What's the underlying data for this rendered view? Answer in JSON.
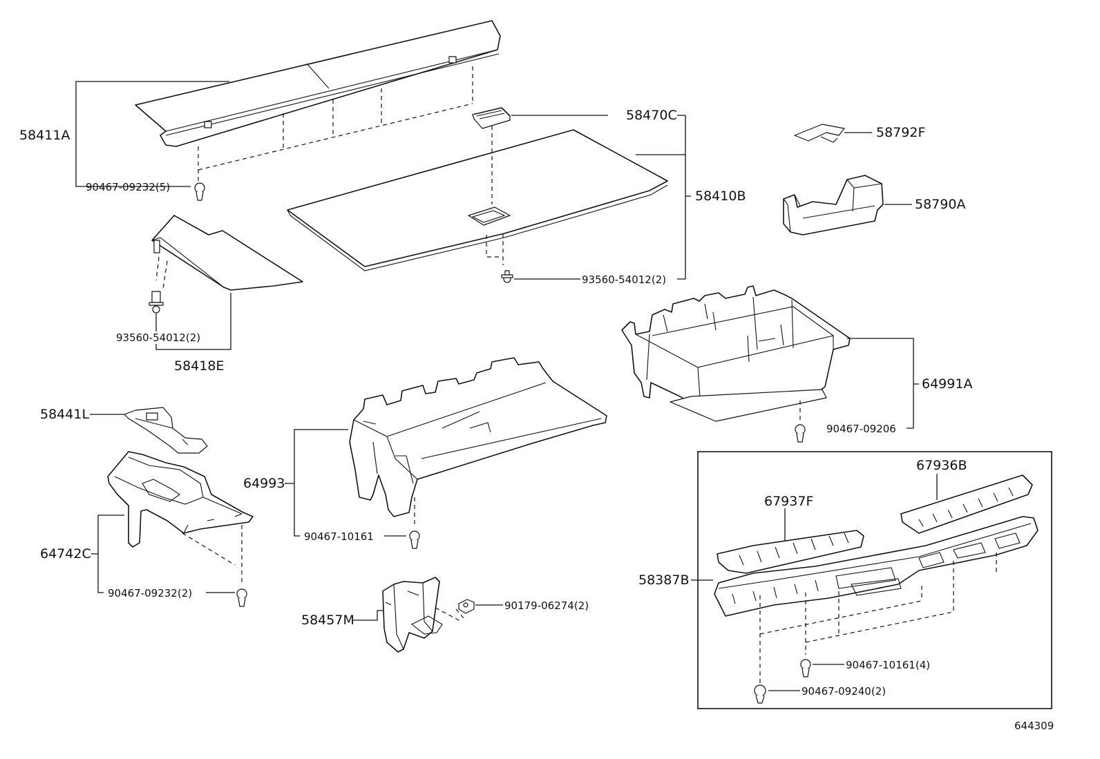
{
  "labels": {
    "p58411A": "58411A",
    "p90467_09232_5": "90467-09232(5)",
    "p58470C": "58470C",
    "p58792F": "58792F",
    "p58410B": "58410B",
    "p58790A": "58790A",
    "p93560_54012_2_top": "93560-54012(2)",
    "p93560_54012_2_left": "93560-54012(2)",
    "p58418E": "58418E",
    "p64991A": "64991A",
    "p90467_09206": "90467-09206",
    "p58441L": "58441L",
    "p64993": "64993",
    "p67936B": "67936B",
    "p67937F": "67937F",
    "p64742C": "64742C",
    "p90467_10161": "90467-10161",
    "p58387B": "58387B",
    "p90467_09232_2": "90467-09232(2)",
    "p90179_06274_2": "90179-06274(2)",
    "p58457M": "58457M",
    "p90467_10161_4": "90467-10161(4)",
    "p90467_09240_2": "90467-09240(2)"
  },
  "diagram_id": "644309"
}
